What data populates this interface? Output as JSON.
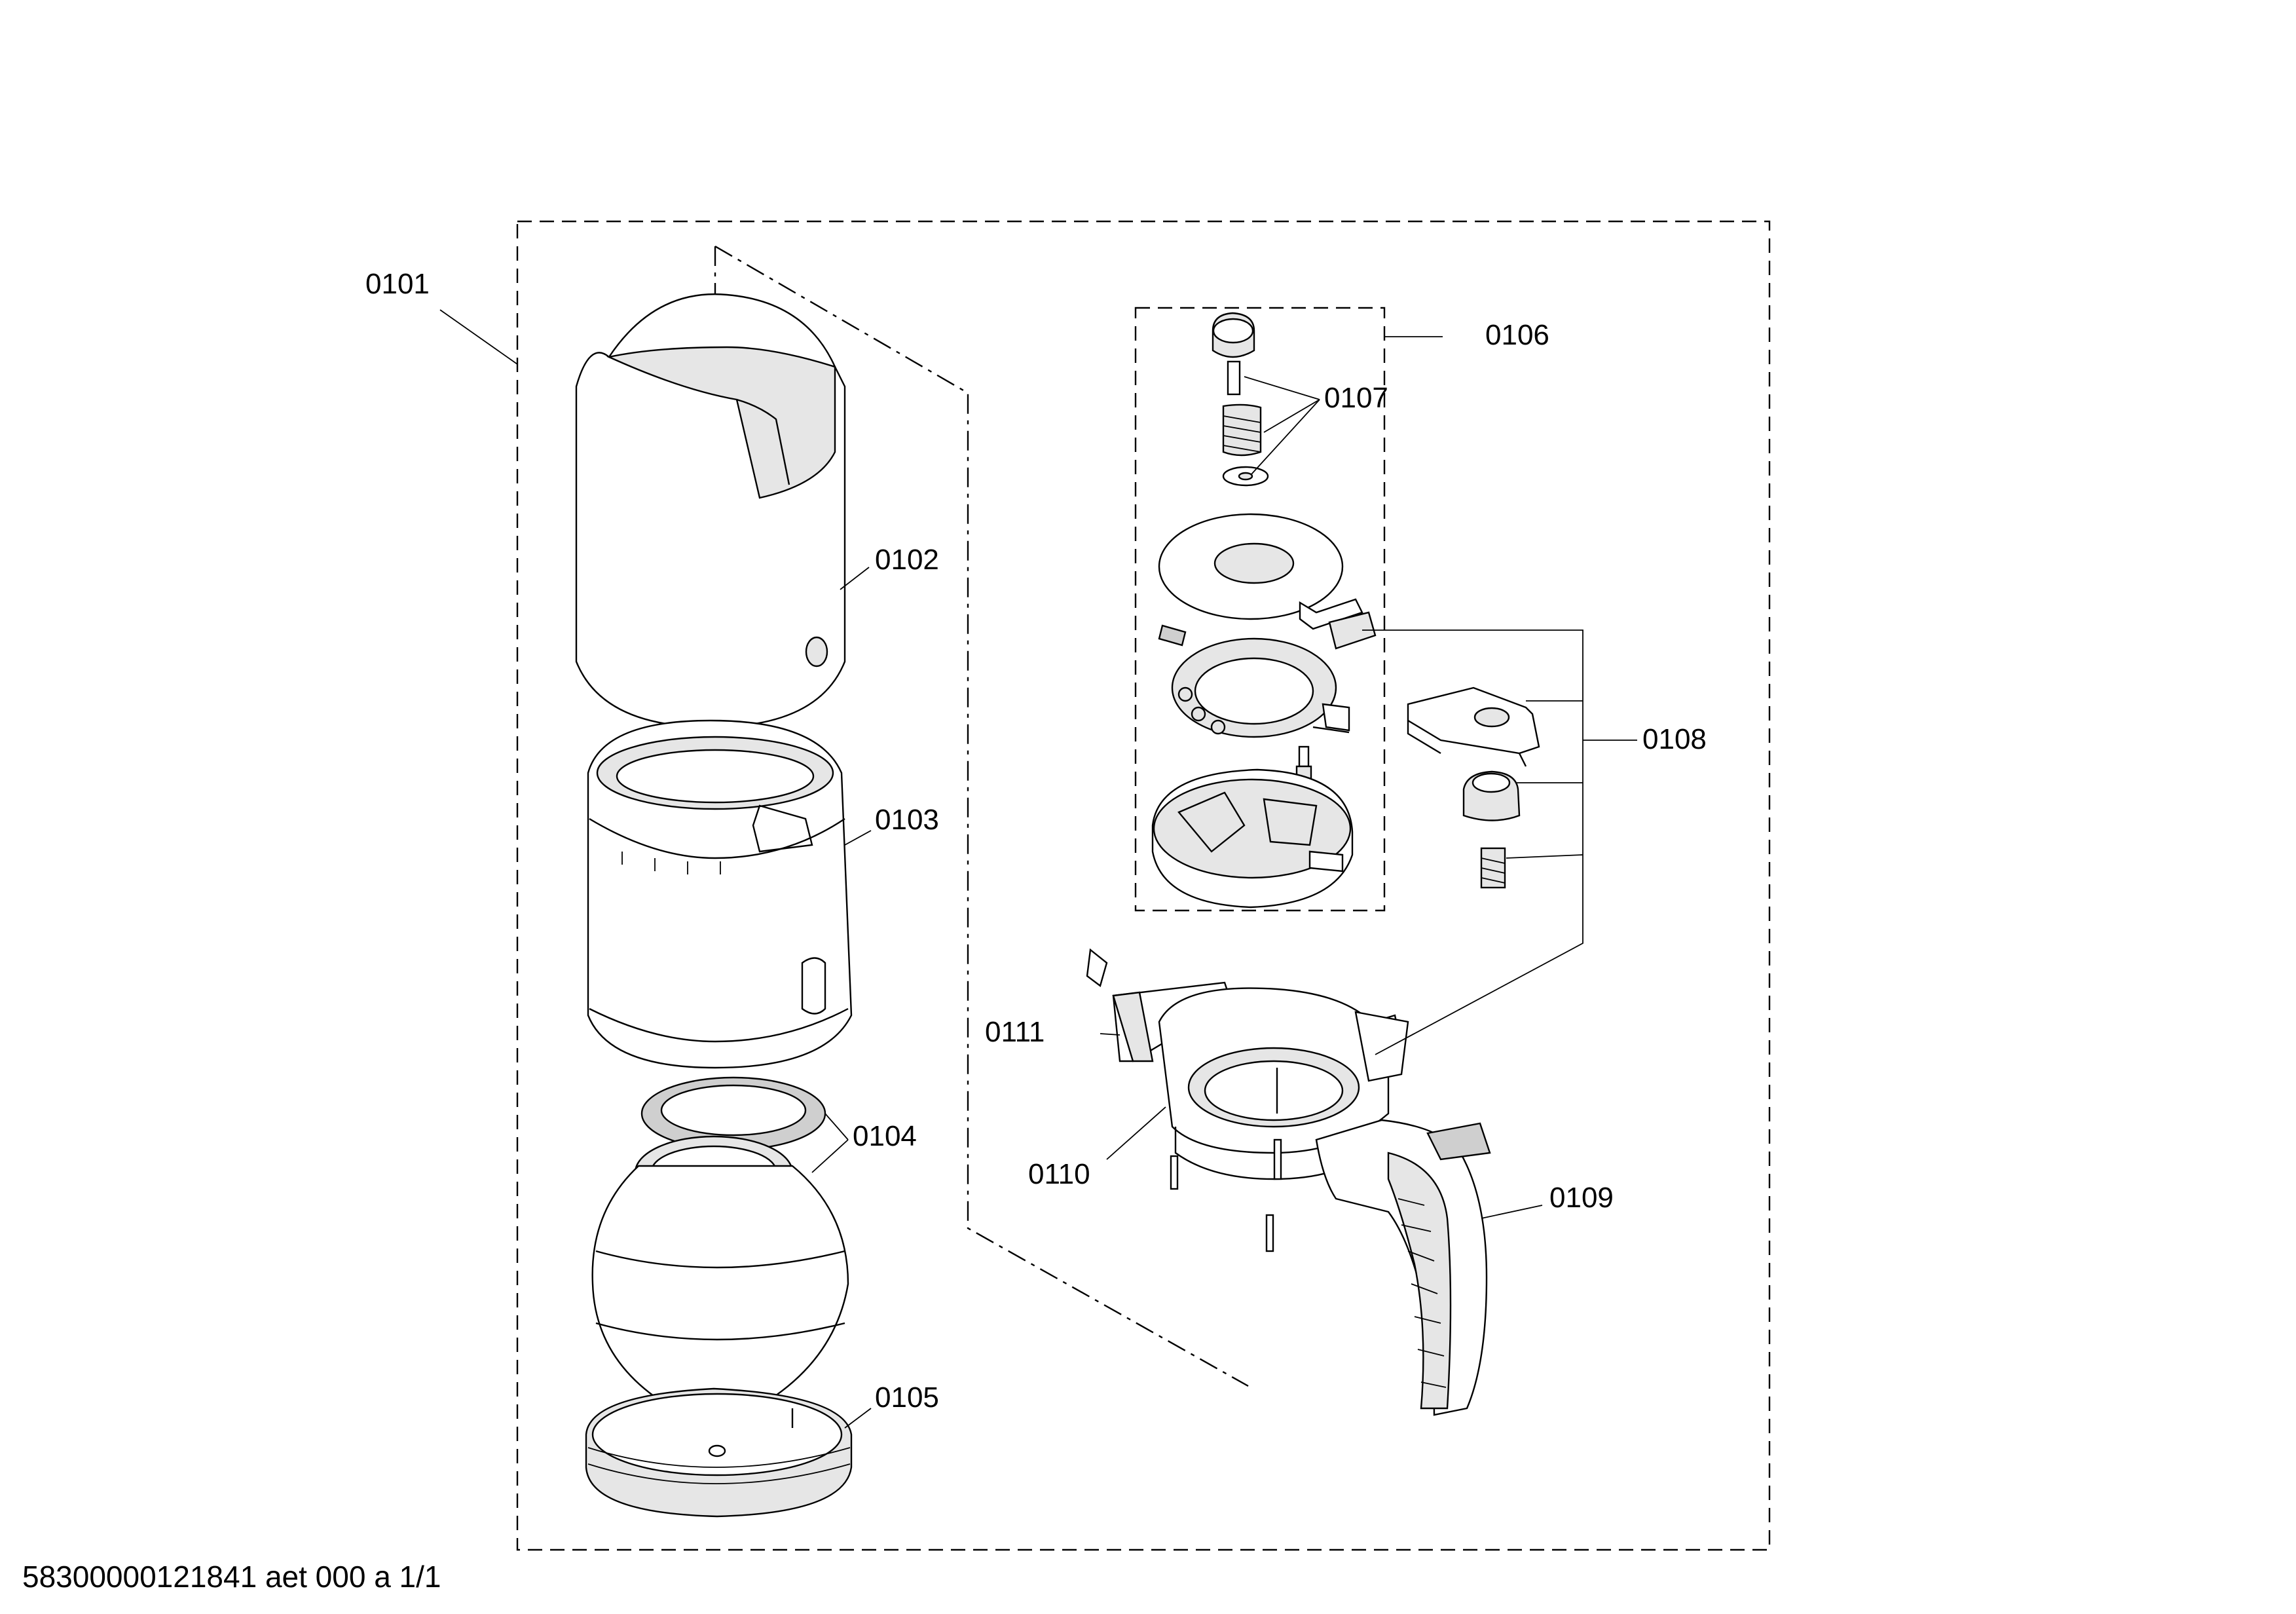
{
  "labels": {
    "p0101": "0101",
    "p0102": "0102",
    "p0103": "0103",
    "p0104": "0104",
    "p0105": "0105",
    "p0106": "0106",
    "p0107": "0107",
    "p0108": "0108",
    "p0109": "0109",
    "p0110": "0110",
    "p0111": "0111"
  },
  "footer": {
    "code": "58300000121841 aet 000 a 1/1"
  }
}
